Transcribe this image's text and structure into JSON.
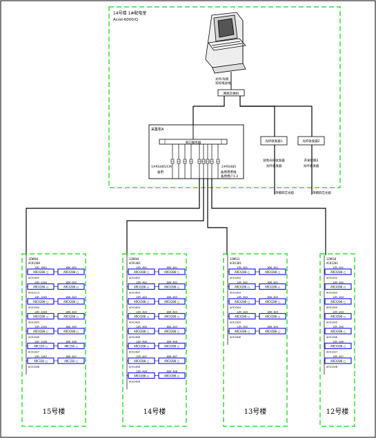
{
  "control_room": {
    "title": "14号楼 1#配电室",
    "subtitle": "Acrel-6000/Q"
  },
  "network": {
    "line_label_1": "光纤/光缆",
    "line_label_2": "双绞线总线",
    "switch_label": "网络交换机"
  },
  "collector": {
    "title": "采集柜A",
    "bus_label": "串口服务器",
    "left_label": "1#RS485/CM",
    "right_label": "2#RS485",
    "left_sub": "备用",
    "right_sub": "备用用用线",
    "right_sub2": "备用用户1-2"
  },
  "fiber_boxes": [
    {
      "label": "光纤收发器1",
      "desc_1": "就地光纤收发器",
      "desc_2": "光纤收发器",
      "bottom": "单模四芯光缆"
    },
    {
      "label": "光纤收发器2",
      "desc_1": "开关柜端3",
      "desc_2": "光纤收发器",
      "bottom": "单模四芯光缆"
    }
  ],
  "buildings": [
    {
      "name": "15号楼",
      "top_codes": [
        "1ZHRU4",
        "ACK150H"
      ],
      "rows": [
        {
          "left": [
            "1ZR-1001",
            "ARCX200-□"
          ],
          "right": [
            "1DN-302",
            "ARCX200-□"
          ],
          "code": "ACR1302"
        },
        {
          "left": [
            "1ZR-1202",
            "ARCX200-□"
          ],
          "right": [
            "1DN-302",
            "ARCX200-□"
          ],
          "code": "ACK1213"
        },
        {
          "left": [
            "1ZR-1203",
            "ARCX200-□"
          ],
          "right": [
            "1DN-303",
            "ARCX200-□"
          ],
          "code": "ACK1204"
        },
        {
          "left": [
            "1ZR-1204",
            "ARCX200-□"
          ],
          "right": [
            "1DN-304",
            "ARCX200-□"
          ],
          "code": "ACK1205"
        },
        {
          "left": [
            "1ZR-1205",
            "ARCX200-□"
          ],
          "right": [
            "1DN-305",
            "ARCX200-□"
          ],
          "code": "ACK1206"
        },
        {
          "left": [
            "1ZR-1206",
            "ARC150-□"
          ],
          "right": [
            "1DN-306",
            "ARC150-□"
          ],
          "code": "ACK1207"
        },
        {
          "left": [
            "1ZR-1207",
            "ARC150-□"
          ],
          "right": [
            "1DN-307",
            "ARC150-□"
          ],
          "code": "ACK1208"
        }
      ]
    },
    {
      "name": "14号楼",
      "top_codes": [
        "1ZHRU4",
        "ACK1401"
      ],
      "rows": [
        {
          "left": [
            "1ZR-401",
            "ARCX200-□"
          ],
          "right": [
            "1DN-401",
            "ARCX200-□"
          ],
          "code": "ACK1402"
        },
        {
          "left": [
            "1ZR-402",
            "ARCX200-□"
          ],
          "right": [
            "1DN-402",
            "ARCX200-□"
          ],
          "code": "ACK1403"
        },
        {
          "left": [
            "1ZR-403",
            "ARCX200-□"
          ],
          "right": [
            "1DN-403",
            "ARCX200-□"
          ],
          "code": "ACK1404"
        },
        {
          "left": [
            "1ZR-404",
            "ARCX200-□"
          ],
          "right": [
            "1DN-404",
            "ARCX200-□"
          ],
          "code": "ACK1405"
        },
        {
          "left": [
            "1ZR-405",
            "ARCX200-□"
          ],
          "right": [
            "1DN-405",
            "ARCX200-□"
          ],
          "code": "ACK1406"
        },
        {
          "left": [
            "1ZR-406",
            "ARCX200-□"
          ],
          "right": [
            "1DN-406",
            "ARCX200-□"
          ],
          "code": "ACK1407"
        },
        {
          "left": [
            "1ZR-407",
            "ARCX200-□"
          ],
          "right": [
            "1DN-407",
            "ARCX200-□"
          ],
          "code": "ACK1408"
        },
        {
          "left": [
            "1ZR-408",
            "ARCX200-□"
          ],
          "right": [
            "1DN-408",
            "ARCX200-□"
          ],
          "code": "ACK1409"
        }
      ]
    },
    {
      "name": "13号楼",
      "top_codes": [
        "1ZHR13",
        "ACK1301"
      ],
      "rows": [
        {
          "left": [
            "1ZR-301",
            "ARCX200-□"
          ],
          "right": [
            "1DN-301",
            "ARCX200-□"
          ],
          "code": "ACK1302"
        },
        {
          "left": [
            "1ZR-302",
            "ARCX200-□"
          ],
          "right": [
            "1DN-302",
            "ARCX200-□"
          ],
          "code": "ACK1303"
        },
        {
          "left": [
            "1ZR-303",
            "ARCX200-□"
          ],
          "right": [
            "1DN-303",
            "ARCX200-□"
          ],
          "code": "ACK1304"
        },
        {
          "left": [
            "1ZR-304",
            "ARCX200-□"
          ],
          "right": [
            "1DN-304",
            "ARCX200-□"
          ],
          "code": "ACK1305"
        },
        {
          "left": [
            "1ZR-305",
            "ARCX200-□"
          ],
          "right": [
            "1DN-305",
            "ARCX200-□"
          ],
          "code": "ACK1306"
        }
      ]
    },
    {
      "name": "12号楼",
      "top_codes": [
        "1ZHR18",
        "ACK1201"
      ],
      "rows": [
        {
          "left": [
            "1ZR-201",
            "ARCX200-□"
          ],
          "code": "ACK1202"
        },
        {
          "left": [
            "1ZR-202",
            "ARCX200-□"
          ],
          "code": "ACK1203"
        },
        {
          "left": [
            "1ZR-203",
            "ARCX200-□"
          ],
          "code": "ACK1204"
        },
        {
          "left": [
            "1ZR-204",
            "ARCX200-□"
          ],
          "code": "ACK1205"
        },
        {
          "left": [
            "1ZR-205",
            "ARCX200-□"
          ],
          "code": "ACK1206"
        },
        {
          "left": [
            "1ZR-206",
            "ARCX200-□"
          ],
          "code": "ACK1207"
        },
        {
          "left": [
            "1ZR-207",
            "ARCX200-□"
          ],
          "code": "ACK1208"
        }
      ]
    }
  ],
  "colors": {
    "dashed_green": "#33dd33",
    "device_blue": "#1a1aff",
    "line": "#000000"
  }
}
